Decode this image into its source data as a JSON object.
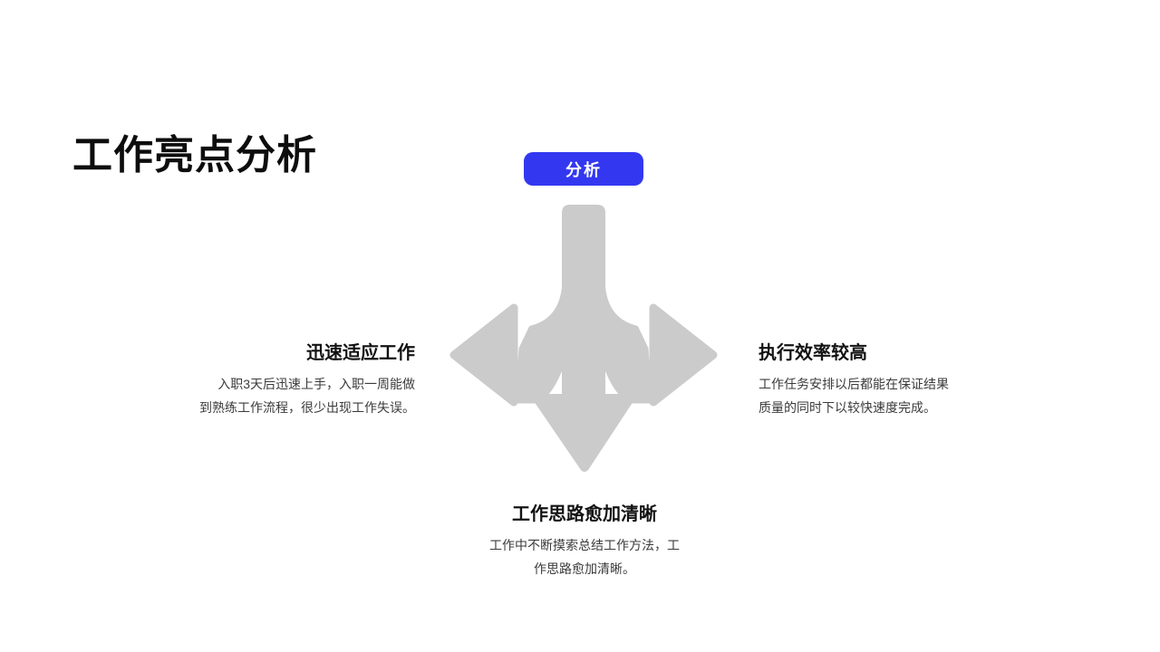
{
  "slide": {
    "title": "工作亮点分析",
    "badge_label": "分析",
    "icon": "three-way-split-arrow",
    "colors": {
      "accent_blue": "#3338f0",
      "arrow_gray": "#cbcbcb",
      "heading_text": "#121212",
      "body_text": "#3b3b3b",
      "background": "#ffffff"
    },
    "cards": [
      {
        "position": "left",
        "heading": "迅速适应工作",
        "lines": [
          "入职3天后迅速上手，入职一周能做",
          "到熟练工作流程，很少出现工作失误。"
        ]
      },
      {
        "position": "right",
        "heading": "执行效率较高",
        "lines": [
          "工作任务安排以后都能在保证结果",
          "质量的同时下以较快速度完成。"
        ]
      },
      {
        "position": "bottom",
        "heading": "工作思路愈加清晰",
        "lines": [
          "工作中不断摸索总结工作方法，工",
          "作思路愈加清晰。"
        ]
      }
    ]
  }
}
